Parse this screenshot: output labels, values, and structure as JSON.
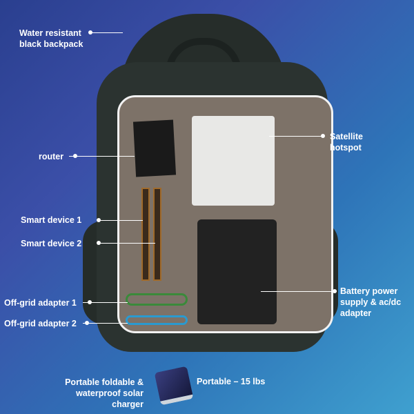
{
  "labels": {
    "backpack_1": "Water resistant",
    "backpack_2": "black backpack",
    "router": "router",
    "hotspot_1": "Satellite",
    "hotspot_2": "hotspot",
    "smart1": "Smart device 1",
    "smart2": "Smart device 2",
    "battery_1": "Battery power",
    "battery_2": "supply & ac/dc",
    "battery_3": "adapter",
    "adapter1": "Off-grid adapter 1",
    "adapter2": "Off-grid adapter 2",
    "solar_1": "Portable foldable &",
    "solar_2": "waterproof solar",
    "solar_3": "charger",
    "weight": "Portable – 15 lbs"
  },
  "colors": {
    "backpack": "#2b3330",
    "foam": "#7d7268",
    "background": "#2e74b8"
  }
}
